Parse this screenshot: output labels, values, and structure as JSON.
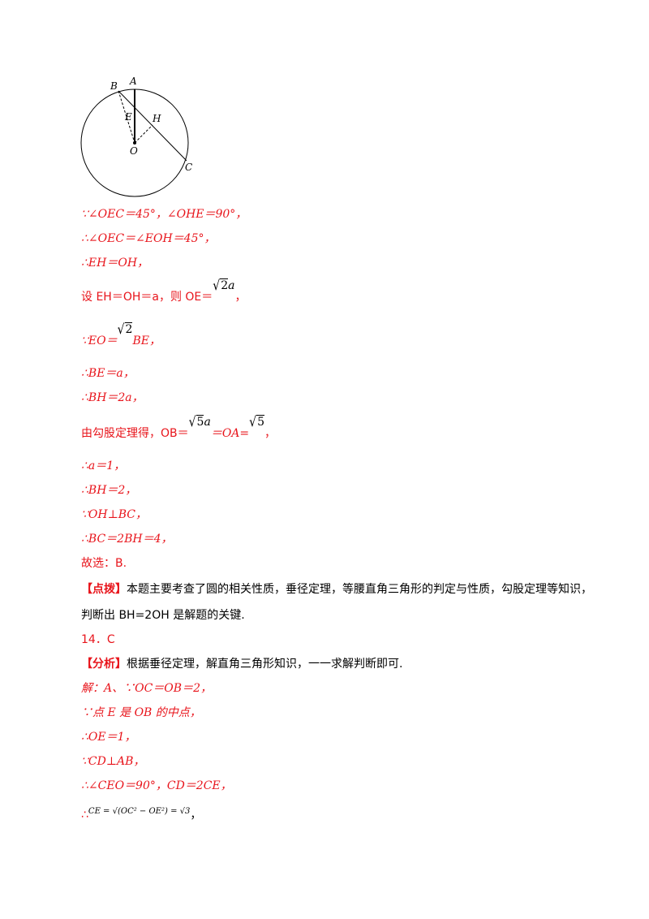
{
  "figure": {
    "labels": {
      "A": "A",
      "B": "B",
      "E": "E",
      "H": "H",
      "O": "O",
      "C": "C"
    }
  },
  "lines": {
    "l1": "∵∠OEC＝45°，∠OHE＝90°，",
    "l2": "∴∠OEC＝∠EOH＝45°，",
    "l3": "∴EH＝OH，",
    "l4_pre": "设 EH＝OH＝a，则 OE＝",
    "l4_sqrt": "2",
    "l4_var": "a",
    "l4_post": "，",
    "l5_pre": "∵EO＝",
    "l5_sqrt": "2",
    "l5_post": "BE，",
    "l6": "∴BE＝a，",
    "l7": "∴BH＝2a，",
    "l8_pre": "由勾股定理得，OB＝",
    "l8_sqrt1": "5",
    "l8_var": "a",
    "l8_mid": "＝OA=",
    "l8_sqrt2": "5",
    "l8_post": "，",
    "l9": "∴a＝1，",
    "l10": "∴BH＝2，",
    "l11": "∵OH⊥BC，",
    "l12": "∴BC＝2BH＝4，",
    "l13": "故选：B.",
    "l14_tag": "【点拨】",
    "l14_text": "本题主要考查了圆的相关性质，垂径定理，等腰直角三角形的判定与性质，勾股定理等知识，",
    "l15": "判断出 BH=2OH 是解题的关键.",
    "l16": "14．C",
    "l17_tag": "【分析】",
    "l17_text": "根据垂径定理，解直角三角形知识，一一求解判断即可.",
    "l18": "解：A、∵OC＝OB＝2，",
    "l19": "∵点 E 是 OB 的中点，",
    "l20": "∴OE＝1，",
    "l21": "∵CD⊥AB，",
    "l22": "∴∠CEO＝90°，CD＝2CE，",
    "l23_pre": "∴",
    "l23_formula": "CE = √(OC² − OE²) = √3",
    "l23_post": "，"
  }
}
